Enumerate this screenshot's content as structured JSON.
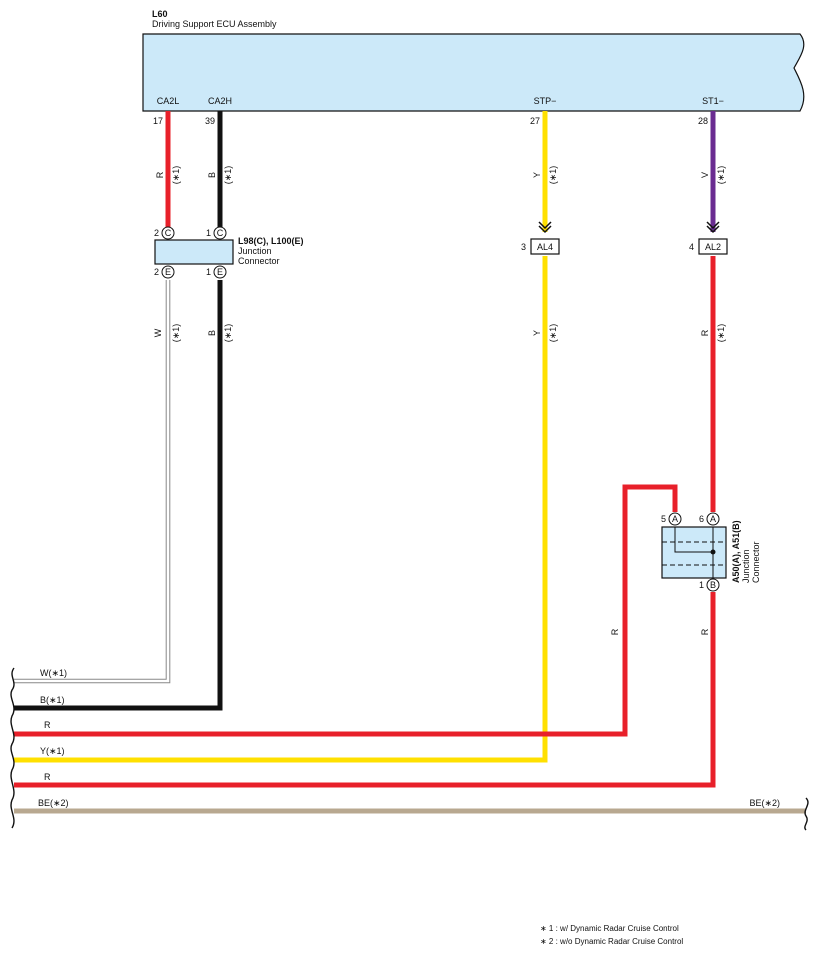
{
  "ecu": {
    "code": "L60",
    "name": "Driving Support ECU Assembly",
    "fill": "#cce9f9",
    "pins": [
      {
        "id": "ca2l",
        "name": "CA2L",
        "number": "17",
        "color": "R",
        "note": "(∗1)",
        "hex": "#e8202a"
      },
      {
        "id": "ca2h",
        "name": "CA2H",
        "number": "39",
        "color": "B",
        "note": "(∗1)",
        "hex": "#111111"
      },
      {
        "id": "stp",
        "name": "STP−",
        "number": "27",
        "color": "Y",
        "note": "(∗1)",
        "hex": "#ffe000"
      },
      {
        "id": "st1",
        "name": "ST1−",
        "number": "28",
        "color": "V",
        "note": "(∗1)",
        "hex": "#6a2c91"
      }
    ]
  },
  "junction1": {
    "code": "L98(C), L100(E)",
    "line1": "Junction",
    "line2": "Connector",
    "top_pins": [
      {
        "num": "2",
        "letter": "C"
      },
      {
        "num": "1",
        "letter": "C"
      }
    ],
    "bottom_pins": [
      {
        "num": "2",
        "letter": "E"
      },
      {
        "num": "1",
        "letter": "E"
      }
    ]
  },
  "lower_wires": {
    "w": {
      "color": "W",
      "note": "(∗1)",
      "hex": "#ffffff"
    },
    "b": {
      "color": "B",
      "note": "(∗1)"
    },
    "y": {
      "color": "Y",
      "note": "(∗1)"
    },
    "r": {
      "color": "R",
      "note": "(∗1)"
    }
  },
  "inline_connectors": [
    {
      "id": "al4",
      "num": "3",
      "code": "AL4"
    },
    {
      "id": "al2",
      "num": "4",
      "code": "AL2"
    }
  ],
  "junction2": {
    "code": "A50(A), A51(B)",
    "line1": "Junction",
    "line2": "Connector",
    "pin5": {
      "num": "5",
      "letter": "A"
    },
    "pin6": {
      "num": "6",
      "letter": "A"
    },
    "pin1": {
      "num": "1",
      "letter": "B"
    },
    "wire_left": "R",
    "wire_right": "R"
  },
  "bus_lines": [
    {
      "id": "w1",
      "label": "W(∗1)",
      "hex": "#ffffff"
    },
    {
      "id": "b1",
      "label": "B(∗1)",
      "hex": "#111111"
    },
    {
      "id": "r1",
      "label": "R",
      "hex": "#e8202a"
    },
    {
      "id": "y1",
      "label": "Y(∗1)",
      "hex": "#ffe000"
    },
    {
      "id": "r2",
      "label": "R",
      "hex": "#e8202a"
    },
    {
      "id": "be",
      "label": "BE(∗2)",
      "label_right": "BE(∗2)",
      "hex": "#b8a890"
    }
  ],
  "notes": [
    "∗ 1 : w/ Dynamic Radar Cruise Control",
    "∗ 2 : w/o Dynamic Radar Cruise Control"
  ]
}
